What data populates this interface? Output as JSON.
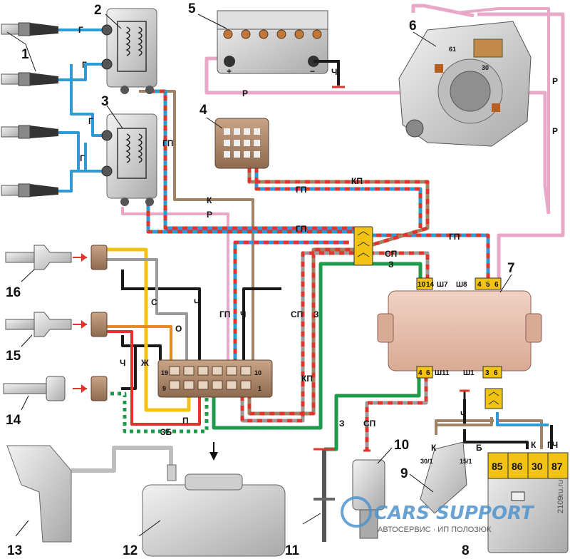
{
  "callouts": [
    "1",
    "2",
    "3",
    "4",
    "5",
    "6",
    "7",
    "8",
    "9",
    "10",
    "11",
    "12",
    "13",
    "14",
    "15",
    "16"
  ],
  "wire_labels": {
    "g": "Г",
    "gp": "ГП",
    "r": "Р",
    "k": "К",
    "kp": "КП",
    "sp": "СП",
    "z": "З",
    "ch": "Ч",
    "s": "С",
    "o": "О",
    "zh": "Ж",
    "p": "П",
    "zb": "ЗБ",
    "b": "Б",
    "gch": "ГЧ"
  },
  "connectors": {
    "sh7": "Ш7",
    "sh8": "Ш8",
    "sh11": "Ш11",
    "sh1": "Ш1"
  },
  "pins": {
    "sh7": [
      "10",
      "14"
    ],
    "sh8": [
      "4",
      "5",
      "6"
    ],
    "sh11": [
      "4",
      "6"
    ],
    "sh1": [
      "3",
      "6"
    ],
    "harness_left": "19",
    "harness_left_bottom": "9",
    "harness_right": "10",
    "harness_right_bottom": "1",
    "gen_61": "61",
    "gen_30": "30",
    "switch_30_1": "30/1",
    "switch_15_1": "15/1"
  },
  "battery": {
    "plus": "+",
    "minus": "−"
  },
  "relay_pins": [
    "85",
    "86",
    "30",
    "87"
  ],
  "watermark": {
    "brand": "CARS SUPPORT",
    "subtitle": "АВТОСЕРВИС · ИП ПОЛОЗЮК",
    "site": "2109ru.ru"
  },
  "colors": {
    "blue": "#2e9ad6",
    "red": "#e0342c",
    "pink": "#e8a9c9",
    "brown": "#a08264",
    "green": "#1f9a4c",
    "black": "#1a1a1a",
    "yellow": "#f3c314",
    "grey": "#9a9a9a",
    "orange": "#e58b1f",
    "component": "#cfcfcf",
    "ecu": "#e8c4b2"
  }
}
